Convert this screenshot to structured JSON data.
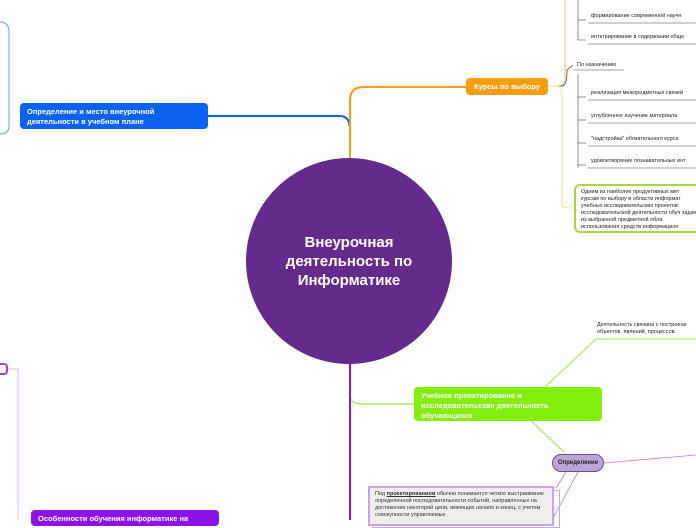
{
  "center": {
    "title": "Внеурочная деятельность по Информатике"
  },
  "topics": {
    "definition": "Определение и место внеурочной деятельности в учебном плане",
    "courses": "Курсы по выбору",
    "projects": "Учебное проектирование и исследовательская деятельность обучающихся",
    "features": "Особенности обучения информатике на"
  },
  "courses_items_top": [
    "формирование современной научн",
    "интегрирование в содержании обще"
  ],
  "by_purpose": {
    "label": "По назначению",
    "items": [
      "реализация межпредметных связей",
      "углубленное изучение материала",
      "\"надстройка\" обязательного курса",
      "удовлетворение познавательных инт"
    ]
  },
  "courses_note": "Одним из наиболее продуктивных мет курсам по выбору в области информат учебных исследовательских проектов исследовательской деятельности обуч задач из выбранной предметной обла использования средств информацион",
  "projects_note": "Деятельность связана с построени объектов, явлений, процессов.",
  "definition_node": "Определение",
  "definition_text": {
    "prefix": "Под ",
    "term": "проектированием",
    "rest": " обычно понимается четкое выстраивание определенной последовательности событий, направленных на достижение некоторой цели, имеющих начало и конец, с учетом совокупности управляемых"
  },
  "colors": {
    "center": "#642a8c",
    "blue": "#0b61f0",
    "orange": "#f59e12",
    "green": "#84ee0e",
    "purple": "#8c12e8"
  }
}
